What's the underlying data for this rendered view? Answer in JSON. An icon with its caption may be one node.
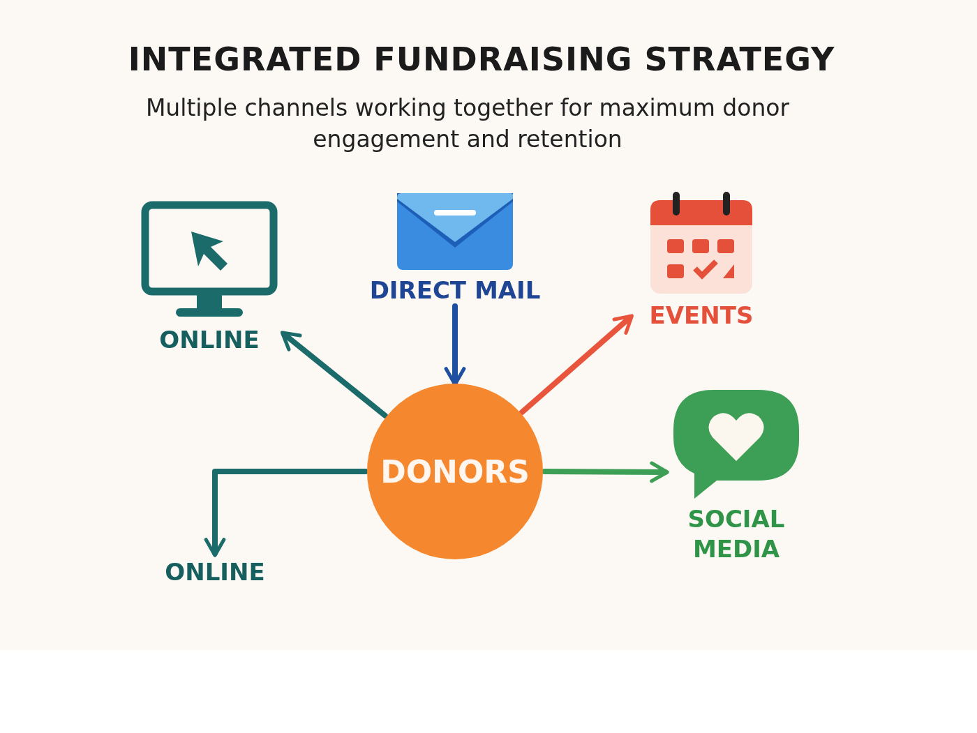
{
  "diagram": {
    "title": "INTEGRATED FUNDRAISING STRATEGY",
    "caption": "Multiple channels working together for maximum donor engagement and retention",
    "nodes": [
      {
        "text": [
          "ONLINE"
        ]
      },
      {
        "text": [
          "DIRECT MAIL"
        ]
      },
      {
        "text": [
          "EVENTS"
        ]
      },
      {
        "text": [
          "DONORS"
        ]
      },
      {
        "text": [
          "SOCIAL MEDIA"
        ]
      },
      {
        "text": [
          "ONLINE"
        ]
      }
    ],
    "edges": [
      {
        "from": 3,
        "to": 0,
        "arrow": "to",
        "color": "#1c6b6b"
      },
      {
        "from": 1,
        "to": 3,
        "arrow": "to",
        "color": "#1f4fa0"
      },
      {
        "from": 3,
        "to": 2,
        "arrow": "to",
        "color": "#e8553c"
      },
      {
        "from": 3,
        "to": 4,
        "arrow": "to",
        "color": "#3d9f55"
      },
      {
        "from": 3,
        "to": 5,
        "arrow": "to",
        "color": "#1c6b6b"
      }
    ]
  }
}
